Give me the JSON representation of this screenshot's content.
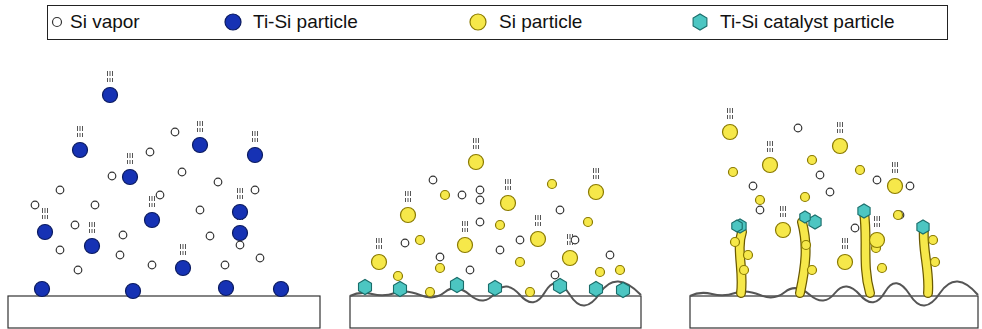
{
  "diagram": {
    "legend": [
      {
        "text": "Si vapor"
      },
      {
        "text": "Ti-Si particle"
      },
      {
        "text": "Si particle"
      },
      {
        "text": "Ti-Si catalyst particle"
      }
    ]
  }
}
